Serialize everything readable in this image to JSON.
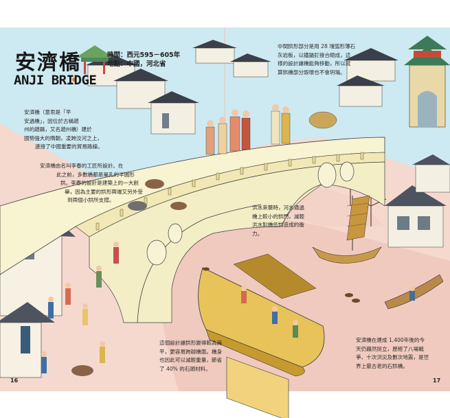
{
  "title": {
    "zh": "安濟橋",
    "en": "ANJI BRIDGE"
  },
  "meta": {
    "time": "時間：西元595－605年",
    "place": "地點：中國，河北省"
  },
  "paragraphs": {
    "intro": [
      "安濟橋（意思是「平",
      "安過橋」，因位於古稱趙",
      "州的趙縣，又名趙州橋）建於",
      "國勢強大的隋朝，凌跨洨河之上，",
      "連接了中國重要的貿易路線。"
    ],
    "designer": [
      "安濟橋由名叫李春的工匠所設計。在",
      "此之前，多數橋都是單孔的半圓形",
      "拱。李春的設計是建築上的一大創",
      "舉，因為主要的拱形兩端又另外受",
      "到兩個小拱所支撐。"
    ],
    "arches": [
      "中間拱形部分是用 28 塊弧形薄石",
      "灰岩板，以鐵錨釘接合砌成，這",
      "樣的設計讓橋能夠移動，所以就",
      "算拱橋部分毀壞也不會坍塌。"
    ],
    "flood": [
      "洪水來襲時，河水通過",
      "橋上較小的拱門，減輕",
      "洪水對橋低拱造成的衝",
      "力。"
    ],
    "flat": [
      "這個設計讓拱形變得較為扁",
      "平，更容易跨越橋面。橋身",
      "也因此可以減輕重量，節省",
      "了 40% 的石頭材料。"
    ],
    "survival": [
      "安濟橋在建成 1,400年後的今",
      "天仍巍然挺立，歷經了八場戰",
      "爭、十次洪災及數次地震，是世",
      "界上最古老的石拱橋。"
    ]
  },
  "page_numbers": {
    "left": "16",
    "right": "17"
  },
  "colors": {
    "sky": "#c9e7ef",
    "pink": "#f4d5cb",
    "river": "#f2cfc4",
    "bridge": "#f7f3d2",
    "title": "#161616"
  }
}
